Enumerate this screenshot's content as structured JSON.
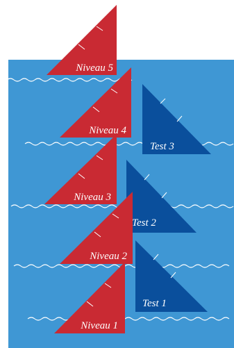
{
  "colors": {
    "sea": "#3f97d4",
    "level_sail": "#c92a33",
    "test_sail": "#0a4f9c",
    "wave": "#ffffff",
    "background": "#ffffff"
  },
  "levels": [
    {
      "label": "Niveau 5"
    },
    {
      "label": "Niveau 4"
    },
    {
      "label": "Niveau 3"
    },
    {
      "label": "Niveau 2"
    },
    {
      "label": "Niveau 1"
    }
  ],
  "tests": [
    {
      "label": "Test 3"
    },
    {
      "label": "Test 2"
    },
    {
      "label": "Test 1"
    }
  ]
}
